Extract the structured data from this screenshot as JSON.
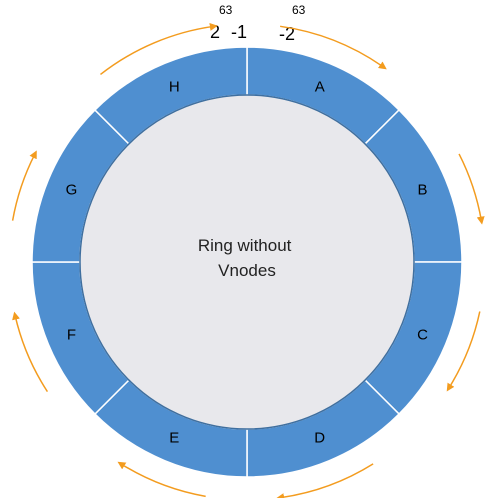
{
  "diagram": {
    "center_text": [
      "Ring without",
      "Vnodes"
    ],
    "segments": [
      "A",
      "B",
      "C",
      "D",
      "E",
      "F",
      "G",
      "H"
    ],
    "top_labels": {
      "left_base": "2",
      "left_exponent": "63",
      "left_suffix": "-1",
      "right_base": "-2",
      "right_exponent": "63"
    },
    "colors": {
      "segment_fill": "#4f8fd0",
      "segment_stroke": "#ffffff",
      "inner_fill": "#e8e8ec",
      "inner_stroke": "#3f6f9f",
      "arrow": "#f39c1f"
    }
  }
}
